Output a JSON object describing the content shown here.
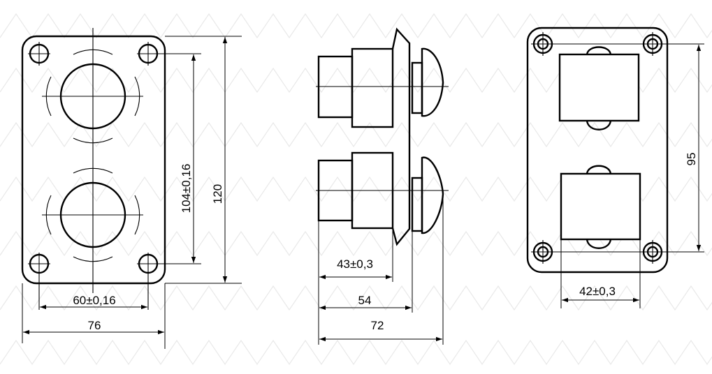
{
  "dimensions": {
    "front_width": "76",
    "front_hole_spacing_h": "60±0,16",
    "front_hole_spacing_v": "104±0,16",
    "front_height": "120",
    "side_body_depth": "43±0,3",
    "side_mid_depth": "54",
    "side_total_depth": "72",
    "back_hole_spacing_v": "95",
    "back_hole_spacing_h": "42±0,3"
  },
  "colors": {
    "line": "#000000",
    "background": "#ffffff"
  }
}
